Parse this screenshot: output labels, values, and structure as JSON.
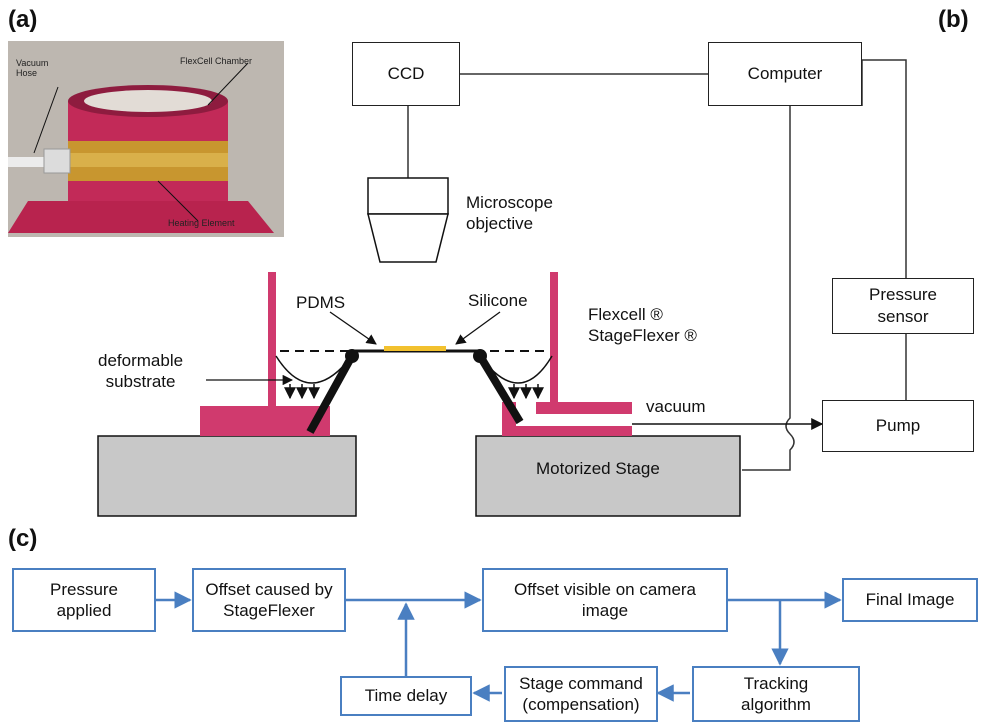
{
  "panels": {
    "a": "(a)",
    "b": "(b)",
    "c": "(c)"
  },
  "photo": {
    "vacuum_hose": "Vacuum\nHose",
    "flexcell_chamber": "FlexCell Chamber",
    "heating_element": "Heating Element"
  },
  "setup": {
    "ccd": "CCD",
    "computer": "Computer",
    "microscope_objective": "Microscope\nobjective",
    "pressure_sensor": "Pressure\nsensor",
    "pump": "Pump",
    "pdms": "PDMS",
    "silicone": "Silicone",
    "flexcell_stageflexer": "Flexcell ®\nStageFlexer ®",
    "deformable_substrate": "deformable\nsubstrate",
    "vacuum": "vacuum",
    "motorized_stage": "Motorized Stage"
  },
  "flow": {
    "pressure_applied": "Pressure\napplied",
    "offset_stageflexer": "Offset caused by\nStageFlexer",
    "offset_visible": "Offset visible on camera\nimage",
    "final_image": "Final Image",
    "tracking": "Tracking\nalgorithm",
    "stage_command": "Stage command\n(compensation)",
    "time_delay": "Time delay"
  },
  "colors": {
    "magenta": "#d03a6e",
    "stage_gray": "#c8c8c8",
    "flow_blue": "#4a7fc1",
    "silicone": "#f2c12e"
  }
}
